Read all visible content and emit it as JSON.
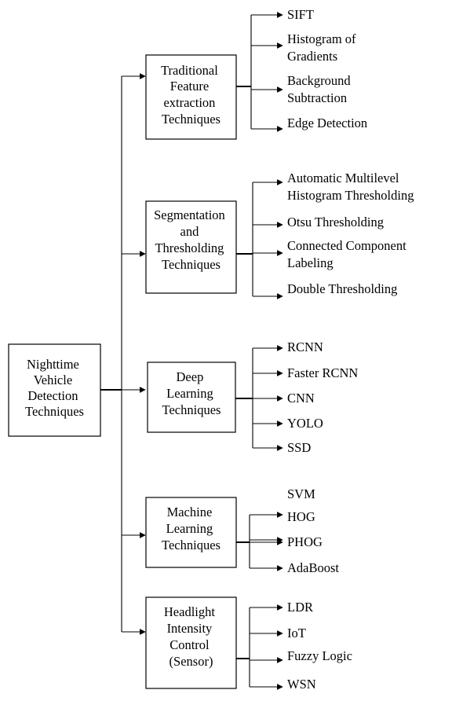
{
  "diagram": {
    "root": {
      "lines": [
        "Nighttime",
        "Vehicle",
        "Detection",
        "Techniques"
      ]
    },
    "categories": [
      {
        "lines": [
          "Traditional",
          "Feature",
          "extraction",
          "Techniques"
        ],
        "items": [
          [
            "SIFT"
          ],
          [
            "Histogram of",
            "Gradients"
          ],
          [
            "Background",
            "Subtraction"
          ],
          [
            "Edge Detection"
          ]
        ]
      },
      {
        "lines": [
          "Segmentation",
          "and",
          "Thresholding",
          "Techniques"
        ],
        "items": [
          [
            "Automatic Multilevel",
            "Histogram Thresholding"
          ],
          [
            "Otsu Thresholding"
          ],
          [
            "Connected Component",
            "Labeling"
          ],
          [
            "Double Thresholding"
          ]
        ]
      },
      {
        "lines": [
          "Deep",
          "Learning",
          "Techniques"
        ],
        "items": [
          [
            "RCNN"
          ],
          [
            "Faster RCNN"
          ],
          [
            "CNN"
          ],
          [
            "YOLO"
          ],
          [
            "SSD"
          ]
        ]
      },
      {
        "lines": [
          "Machine",
          "Learning",
          "Techniques"
        ],
        "items": [
          [
            "SVM"
          ],
          [
            "HOG"
          ],
          [
            "PHOG"
          ],
          [
            "AdaBoost"
          ]
        ]
      },
      {
        "lines": [
          "Headlight",
          "Intensity",
          "Control",
          "(Sensor)"
        ],
        "items": [
          [
            "LDR"
          ],
          [
            "IoT"
          ],
          [
            "Fuzzy Logic"
          ],
          [
            "WSN"
          ]
        ]
      }
    ]
  }
}
